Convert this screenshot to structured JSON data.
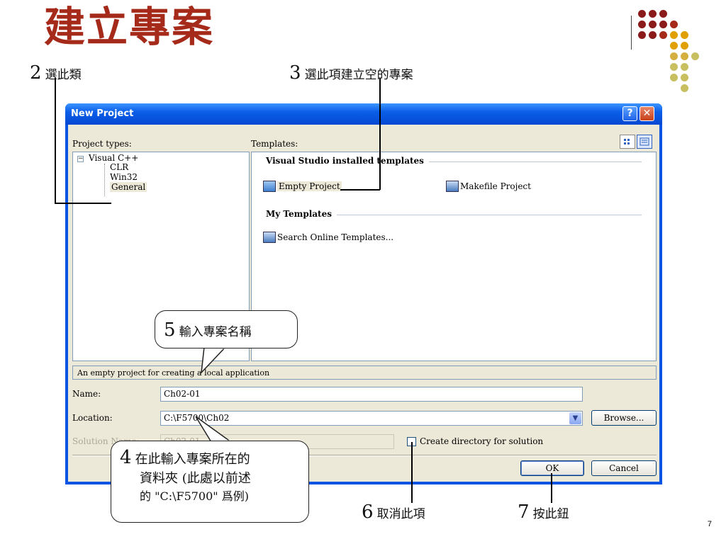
{
  "slide": {
    "title": "建立專案",
    "page_number": "7",
    "dot_colors": {
      "dark": "#8b1a1a",
      "orange": "#e0a000",
      "light": "#c8c060"
    }
  },
  "annotations": {
    "a2": {
      "num": "2",
      "text": "選此類"
    },
    "a3": {
      "num": "3",
      "text": "選此項建立空的專案"
    },
    "a5": {
      "num": "5",
      "text": "輸入專案名稱"
    },
    "a4": {
      "num": "4",
      "line1": "在此輸入專案所在的",
      "line2": "資料夾 (此處以前述",
      "line3": "的 \"C:\\F5700\" 爲例)"
    },
    "a6": {
      "num": "6",
      "text": "取消此項"
    },
    "a7": {
      "num": "7",
      "text": "按此鈕"
    }
  },
  "dialog": {
    "title": "New Project",
    "help": "?",
    "close": "✕",
    "project_types_label": "Project types:",
    "templates_label": "Templates:",
    "tree": {
      "root": "Visual C++",
      "children": [
        "CLR",
        "Win32",
        "General"
      ]
    },
    "templates": {
      "installed_header": "Visual Studio installed templates",
      "empty_project": "Empty Project",
      "makefile_project": "Makefile Project",
      "my_header": "My Templates",
      "search_online": "Search Online Templates..."
    },
    "description": "An empty project for creating a local application",
    "name_label": "Name:",
    "name_value": "Ch02-01",
    "location_label": "Location:",
    "location_value": "C:\\F5700\\Ch02",
    "browse": "Browse...",
    "solution_label": "Solution Name:",
    "solution_value": "Ch02-01",
    "create_dir": "Create directory for solution",
    "ok": "OK",
    "cancel": "Cancel"
  }
}
